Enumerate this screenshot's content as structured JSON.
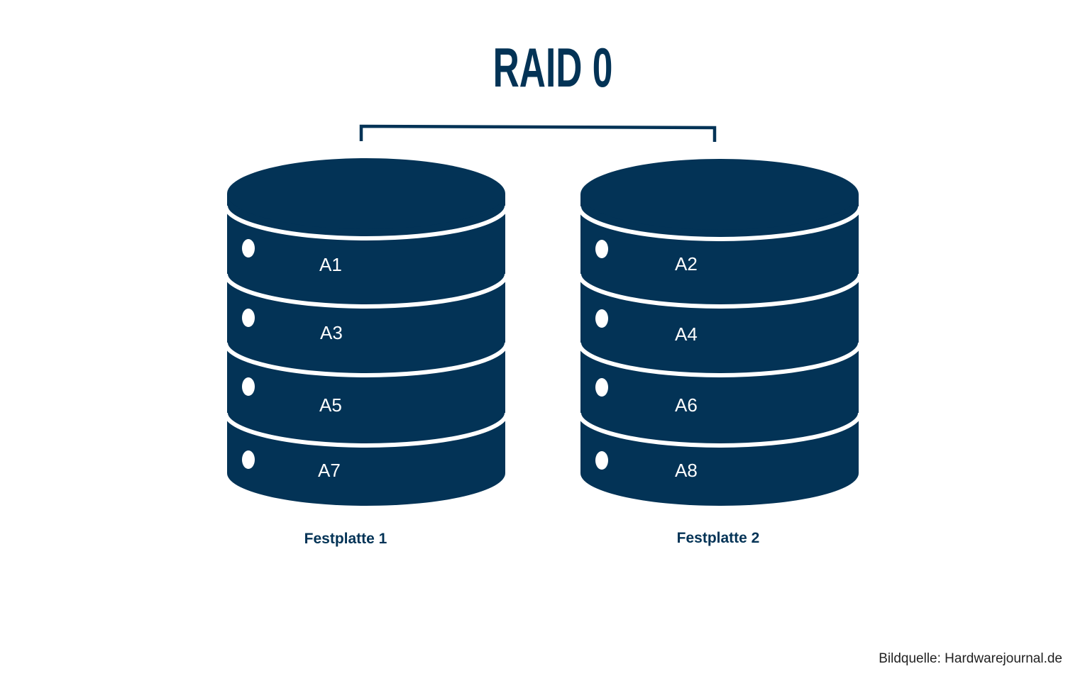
{
  "title": "RAID 0",
  "colors": {
    "primary": "#033356",
    "background": "#ffffff",
    "separator": "#ffffff"
  },
  "disks": [
    {
      "label": "Festplatte 1",
      "blocks": [
        "A1",
        "A3",
        "A5",
        "A7"
      ]
    },
    {
      "label": "Festplatte 2",
      "blocks": [
        "A2",
        "A4",
        "A6",
        "A8"
      ]
    }
  ],
  "credit": "Bildquelle: Hardwarejournal.de"
}
